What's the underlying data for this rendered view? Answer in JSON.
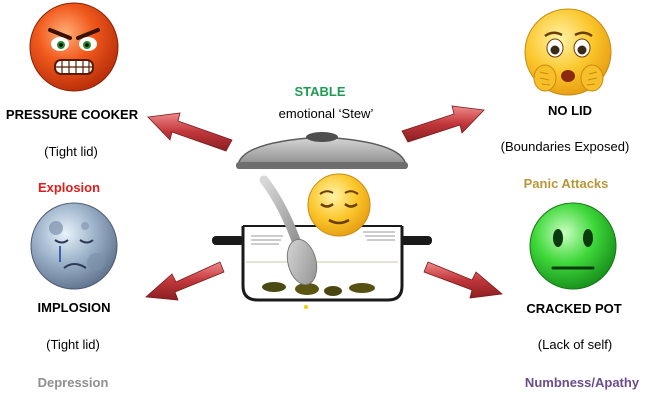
{
  "center": {
    "title": "STABLE",
    "subtitle": "emotional ‘Stew’"
  },
  "quadrants": {
    "top_left": {
      "name": "PRESSURE COOKER",
      "detail": "(Tight lid)",
      "outcome": "Explosion"
    },
    "top_right": {
      "name": "NO LID",
      "detail": "(Boundaries Exposed)",
      "outcome": "Panic Attacks"
    },
    "bottom_left": {
      "name": "IMPLOSION",
      "detail": "(Tight lid)",
      "outcome": "Depression"
    },
    "bottom_right": {
      "name": "CRACKED POT",
      "detail": "(Lack of self)",
      "outcome": "Numbness/Apathy"
    }
  },
  "icons": {
    "top_left": "angry-face-icon",
    "top_right": "scared-face-icon",
    "bottom_left": "crying-moon-face-icon",
    "bottom_right": "neutral-face-icon",
    "center": "content-face-icon",
    "pot": "cooking-pot-icon"
  },
  "colors": {
    "stable": "#1e9c55",
    "explosion": "#e01d1d",
    "panic": "#b8973a",
    "depression": "#8f8f8f",
    "numbness": "#6a4d8c",
    "arrow": "#c0363a"
  }
}
